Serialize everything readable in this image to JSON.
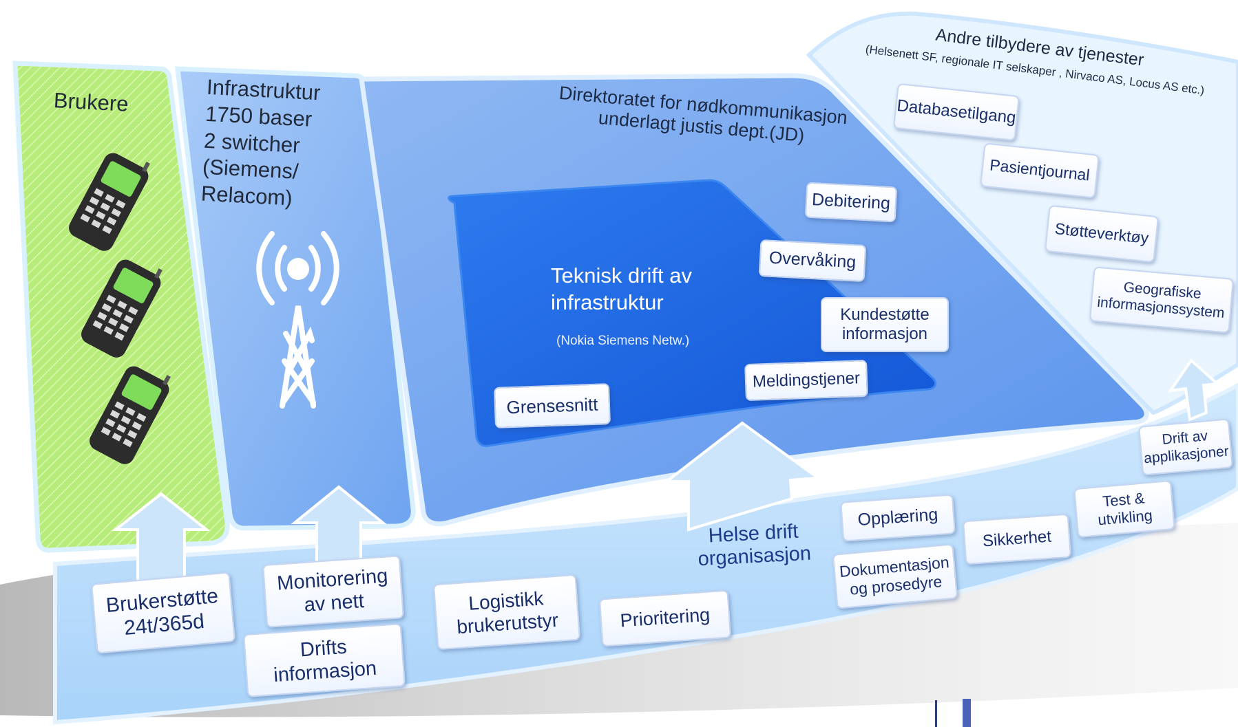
{
  "users": {
    "title": "Brukere",
    "device_icon": "mobile-handset-icon",
    "device_count": 3
  },
  "infrastructure": {
    "title": "Infrastruktur\n1750 baser\n2 switcher\n(Siemens/\nRelacom)",
    "icon": "radio-tower-icon"
  },
  "directorate": {
    "title": "Direktoratet for nødkommunikasjon\nunderlagt justis dept.(JD)",
    "core": {
      "title": "Teknisk drift av\ninfrastruktur",
      "subtitle": "(Nokia Siemens Netw.)"
    },
    "boxes": {
      "debitering": "Debitering",
      "overvaking": "Overvåking",
      "kundestotte": "Kundestøtte\ninformasjon",
      "meldingstjener": "Meldingstjener",
      "grensesnitt": "Grensesnitt"
    }
  },
  "providers": {
    "title": "Andre tilbydere av tjenester",
    "subtitle": "(Helsenett SF, regionale IT selskaper , Nirvaco AS, Locus AS etc.)",
    "boxes": {
      "databasetilgang": "Databasetilgang",
      "pasientjournal": "Pasientjournal",
      "stotteverktoy": "Støtteverktøy",
      "geografiske": "Geografiske\ninformasjonssystem"
    }
  },
  "operations": {
    "title": "Helse drift\norganisasjon",
    "boxes": {
      "brukerstotte": "Brukerstøtte\n24t/365d",
      "monitorering": "Monitorering\nav nett",
      "drifts": "Drifts\ninformasjon",
      "logistikk": "Logistikk\nbrukerutstyr",
      "prioritering": "Prioritering",
      "opplaering": "Opplæring",
      "dokumentasjon": "Dokumentasjon\nog prosedyre",
      "sikkerhet": "Sikkerhet",
      "test": "Test &\nutvikling",
      "drift_applikasjoner": "Drift av\napplikasjoner"
    }
  },
  "colors": {
    "user_column": "#b8ec7a",
    "infra_column": "#7eb0f4",
    "directorate_panel": "#5f98ee",
    "core_panel": "#1f6fe8",
    "providers_panel": "#e6f4ff",
    "operations_band": "#b7dcfb",
    "panel_border": "#cfe6ff",
    "box_text": "#1a2f6a",
    "accent_text": "#1b3a8a"
  }
}
